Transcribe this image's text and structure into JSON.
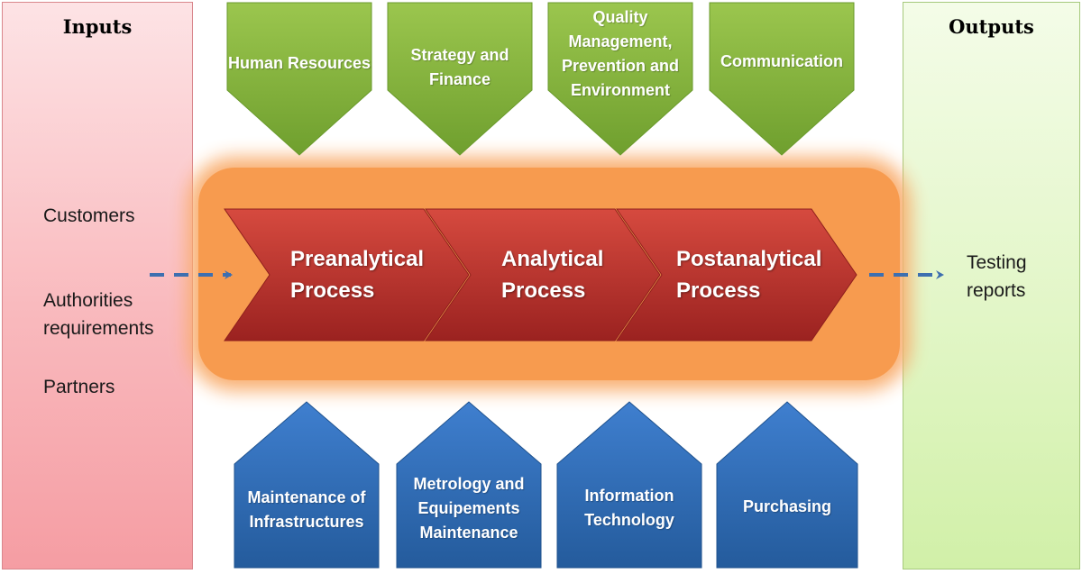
{
  "inputs": {
    "title": "Inputs",
    "items": [
      "Customers",
      "Authorities requirements",
      "Partners"
    ]
  },
  "outputs": {
    "title": "Outputs",
    "items": [
      "Testing reports"
    ]
  },
  "support_top": [
    {
      "label": "Human Resources"
    },
    {
      "label": "Strategy and Finance"
    },
    {
      "label": "Quality Management, Prevention and Environment"
    },
    {
      "label": "Communication"
    }
  ],
  "core_processes": [
    {
      "label": "Preanalytical Process"
    },
    {
      "label": "Analytical Process"
    },
    {
      "label": "Postanalytical Process"
    }
  ],
  "support_bottom": [
    {
      "label": "Maintenance of Infrastructures"
    },
    {
      "label": "Metrology and Equipements Maintenance"
    },
    {
      "label": "Information Technology"
    },
    {
      "label": "Purchasing"
    }
  ],
  "colors": {
    "support_top": "#8bbb3c",
    "core": "#c0392b",
    "support_bottom": "#2f6db5",
    "glow": "#f79646",
    "arrow": "#3d6fb0"
  }
}
